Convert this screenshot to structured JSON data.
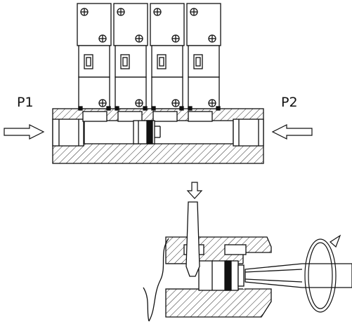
{
  "labels": {
    "left_port": "P1",
    "right_port": "P2"
  },
  "colors": {
    "line": "#111111",
    "background": "#ffffff"
  },
  "valve_count": 4
}
